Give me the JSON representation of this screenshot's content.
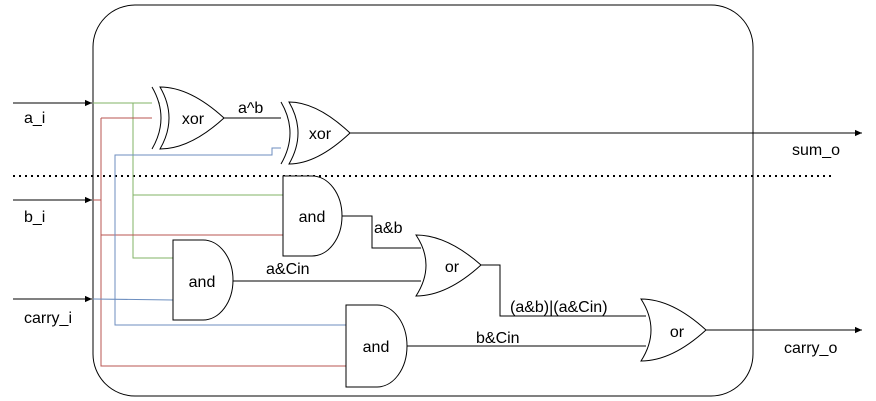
{
  "inputs": {
    "a": "a_i",
    "b": "b_i",
    "carry": "carry_i"
  },
  "outputs": {
    "sum": "sum_o",
    "carry": "carry_o"
  },
  "gates": {
    "xor1": "xor",
    "xor2": "xor",
    "and_ab": "and",
    "and_acin": "and",
    "and_bcin": "and",
    "or1": "or",
    "or2": "or"
  },
  "signals": {
    "a_xor_b": "a^b",
    "a_and_b": "a&b",
    "a_and_cin": "a&Cin",
    "b_and_cin": "b&Cin",
    "or_result": "(a&b)|(a&Cin)"
  },
  "colors": {
    "a_wire": "#82b366",
    "b_wire": "#b85450",
    "carry_wire": "#6c8ebf"
  }
}
